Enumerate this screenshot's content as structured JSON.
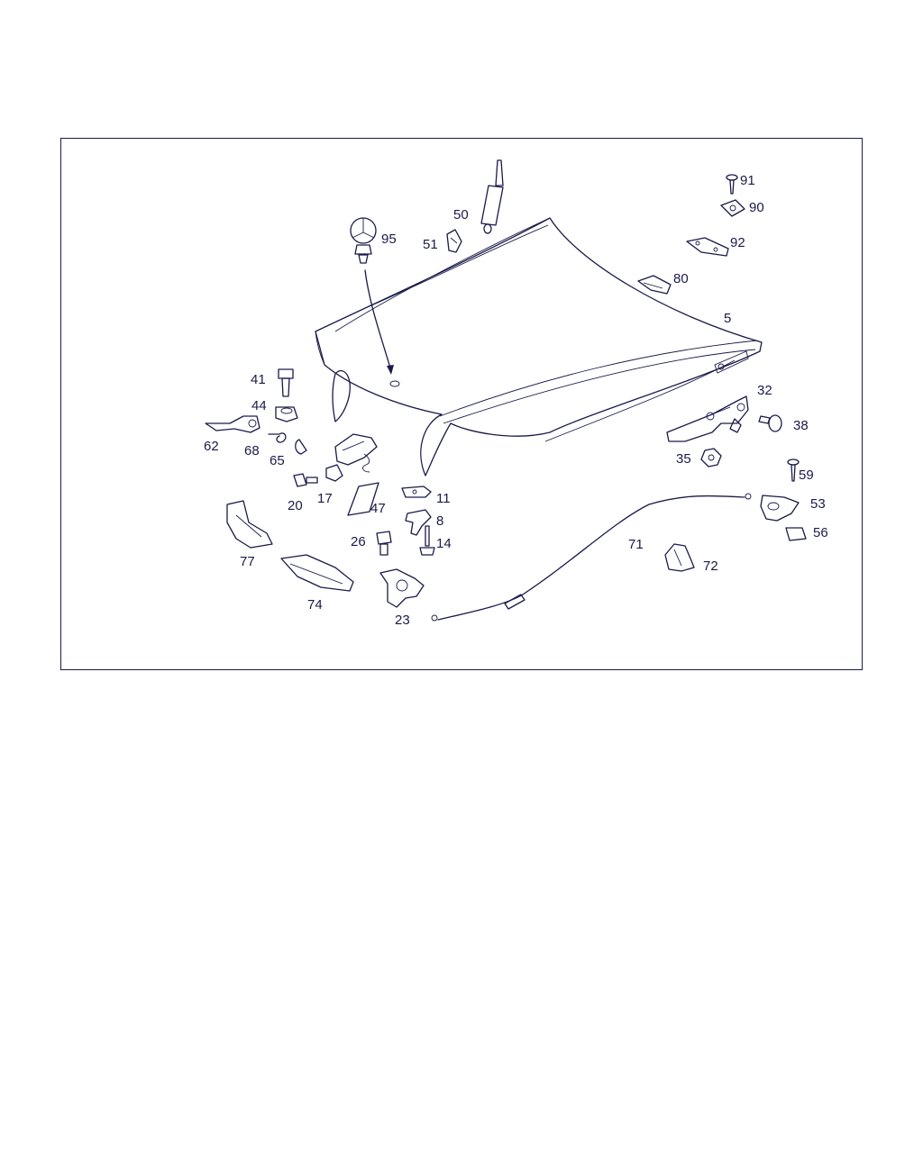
{
  "diagram": {
    "colors": {
      "line": "#1a1a4a",
      "background": "#ffffff"
    },
    "parts": [
      {
        "id": "hood",
        "label": "5"
      },
      {
        "id": "hinge-bracket",
        "label": "8"
      },
      {
        "id": "spacer-plate",
        "label": "11"
      },
      {
        "id": "screw-14",
        "label": "14"
      },
      {
        "id": "lock-assembly",
        "label": "17"
      },
      {
        "id": "bolt-20",
        "label": "20"
      },
      {
        "id": "support-23",
        "label": "23"
      },
      {
        "id": "bolt-26",
        "label": "26"
      },
      {
        "id": "hinge-32",
        "label": "32"
      },
      {
        "id": "nut-35",
        "label": "35"
      },
      {
        "id": "bolt-38",
        "label": "38"
      },
      {
        "id": "bolt-41",
        "label": "41"
      },
      {
        "id": "nut-44",
        "label": "44"
      },
      {
        "id": "bracket-47",
        "label": "47"
      },
      {
        "id": "gas-strut",
        "label": "50"
      },
      {
        "id": "strut-mount",
        "label": "51"
      },
      {
        "id": "release-handle",
        "label": "53"
      },
      {
        "id": "clip-56",
        "label": "56"
      },
      {
        "id": "screw-59",
        "label": "59"
      },
      {
        "id": "safety-catch",
        "label": "62"
      },
      {
        "id": "clip-65",
        "label": "65"
      },
      {
        "id": "spring-68",
        "label": "68"
      },
      {
        "id": "release-cable",
        "label": "71"
      },
      {
        "id": "cable-holder",
        "label": "72"
      },
      {
        "id": "cover-74",
        "label": "74"
      },
      {
        "id": "cover-77",
        "label": "77"
      },
      {
        "id": "clip-80",
        "label": "80"
      },
      {
        "id": "nut-90",
        "label": "90"
      },
      {
        "id": "screw-91",
        "label": "91"
      },
      {
        "id": "plate-92",
        "label": "92"
      },
      {
        "id": "star-emblem",
        "label": "95"
      }
    ]
  }
}
